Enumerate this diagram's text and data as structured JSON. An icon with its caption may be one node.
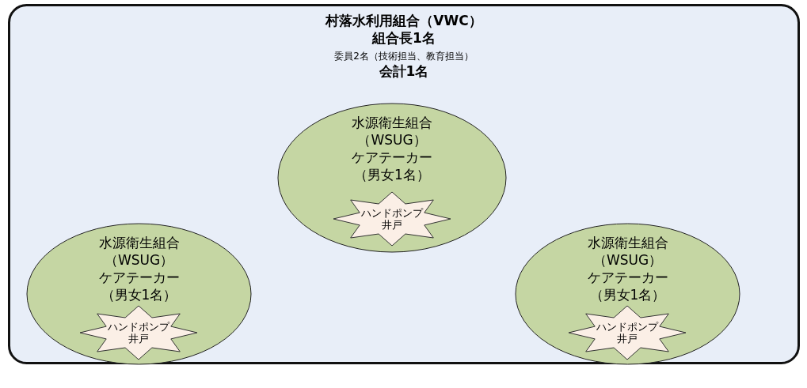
{
  "diagram": {
    "nodes": [
      {
        "text": [
          "村落水利用組合（VWC）",
          "組合長1名",
          "委員2名（技術担当、教育担当）",
          "会計1名"
        ]
      },
      {
        "text": [
          "水源衛生組合",
          "（WSUG）",
          "ケアテーカー",
          "（男女1名）"
        ],
        "in": 0
      },
      {
        "text": [
          "ハンドポンプ井戸"
        ],
        "in": 1
      },
      {
        "text": [
          "水源衛生組合",
          "（WSUG）",
          "ケアテーカー",
          "（男女1名）"
        ],
        "in": 0
      },
      {
        "text": [
          "ハンドポンプ井戸"
        ],
        "in": 3
      },
      {
        "text": [
          "水源衛生組合",
          "（WSUG）",
          "ケアテーカー",
          "（男女1名）"
        ],
        "in": 0
      },
      {
        "text": [
          "ハンドポンプ井戸"
        ],
        "in": 5
      }
    ]
  }
}
